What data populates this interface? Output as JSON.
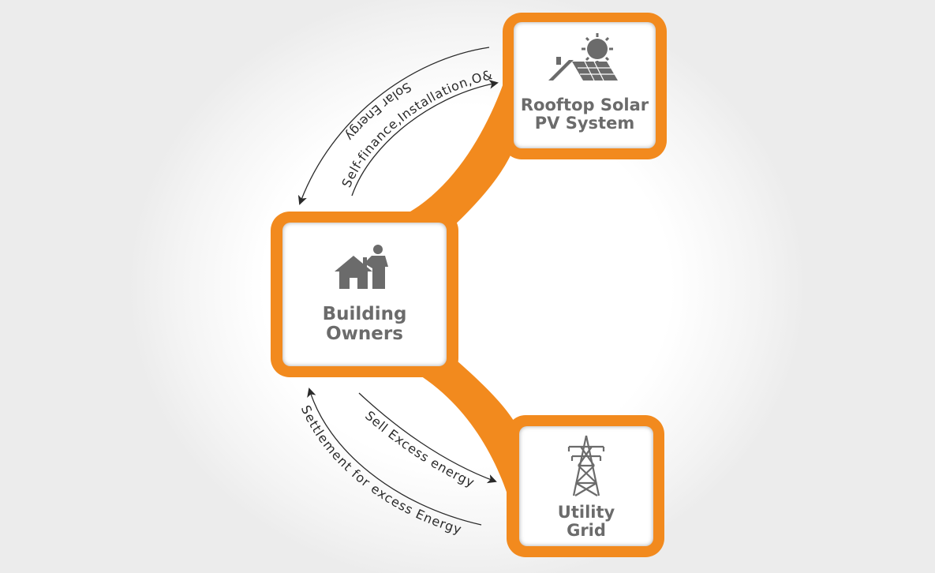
{
  "colors": {
    "frame": "#f28a1e",
    "icon": "#6b6b6b",
    "arrow": "#2a2a2a",
    "card": "#ffffff"
  },
  "nodes": {
    "owners": {
      "title": "Building\nOwners",
      "icon": "house-person-icon"
    },
    "rooftop": {
      "title": "Rooftop Solar\nPV System",
      "icon": "solar-roof-icon"
    },
    "grid": {
      "title": "Utility\nGrid",
      "icon": "transmission-tower-icon"
    }
  },
  "flows": {
    "solar_energy": "Solar Energy",
    "self_finance": "Self-finance,Installation,O&M",
    "sell_excess": "Sell Excess energy",
    "settlement": "Settlement for excess Energy"
  }
}
